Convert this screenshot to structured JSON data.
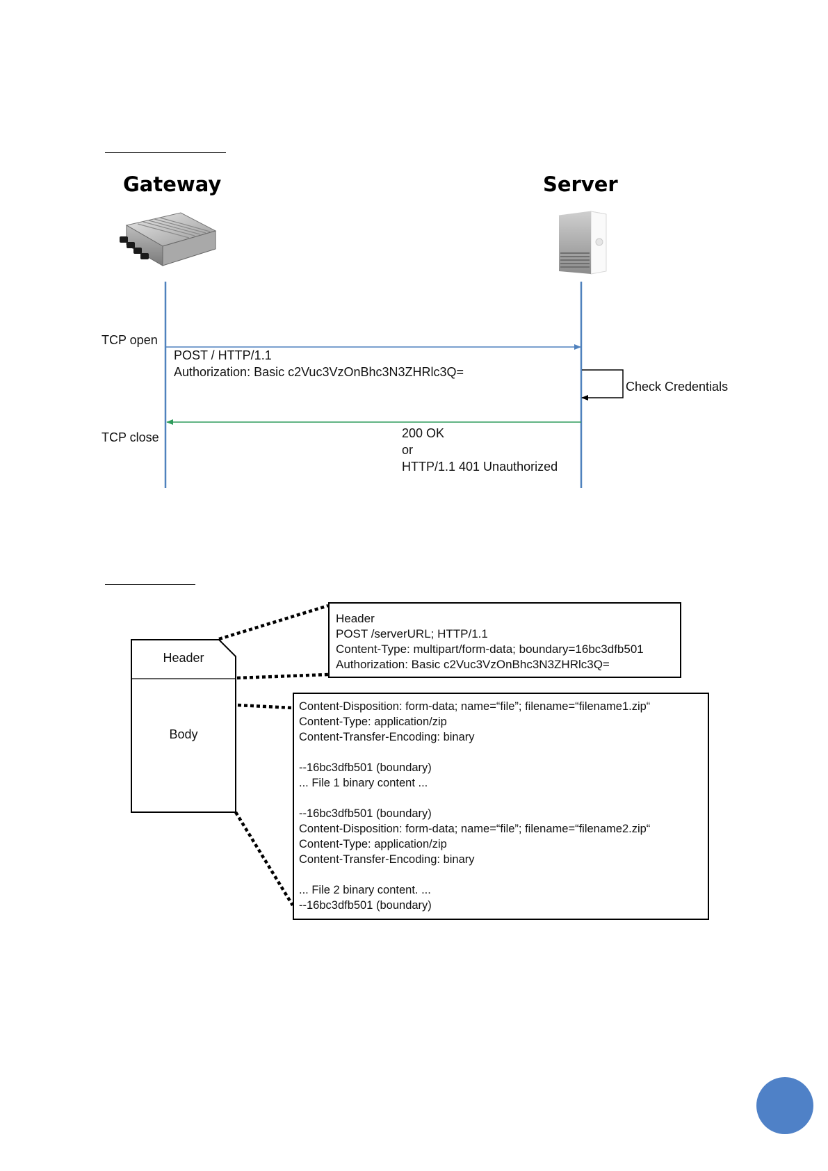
{
  "sequence": {
    "actors": {
      "gateway": "Gateway",
      "server": "Server"
    },
    "events": {
      "tcp_open": "TCP open",
      "tcp_close": "TCP close"
    },
    "request": {
      "line1": "POST / HTTP/1.1",
      "line2": "Authorization: Basic c2Vuc3VzOnBhc3N3ZHRlc3Q="
    },
    "self_check": "Check Credentials",
    "response": {
      "line1": "200 OK",
      "line2": "or",
      "line3": "HTTP/1.1 401 Unauthorized"
    },
    "colors": {
      "lifeline": "#4f81bd",
      "request_arrow": "#4f81bd",
      "response_arrow": "#2e9b5c",
      "self_arrow": "#000000"
    }
  },
  "message_structure": {
    "doc": {
      "header": "Header",
      "body": "Body"
    },
    "header_box": {
      "lines": [
        "Header",
        "POST /serverURL; HTTP/1.1",
        "Content-Type: multipart/form-data; boundary=16bc3dfb501",
        "Authorization: Basic c2Vuc3VzOnBhc3N3ZHRlc3Q="
      ]
    },
    "body_box": {
      "lines": [
        "Content-Disposition: form-data; name=“file”; filename=“filename1.zip“",
        "Content-Type: application/zip",
        "Content-Transfer-Encoding: binary",
        "",
        "--16bc3dfb501 (boundary)",
        "... File 1 binary content ...",
        "",
        "--16bc3dfb501 (boundary)",
        "Content-Disposition: form-data; name=“file”; filename=“filename2.zip“",
        "Content-Type: application/zip",
        "Content-Transfer-Encoding: binary",
        "",
        "... File 2 binary content. ...",
        "--16bc3dfb501 (boundary)"
      ]
    }
  },
  "page_badge_color": "#4f81c7"
}
